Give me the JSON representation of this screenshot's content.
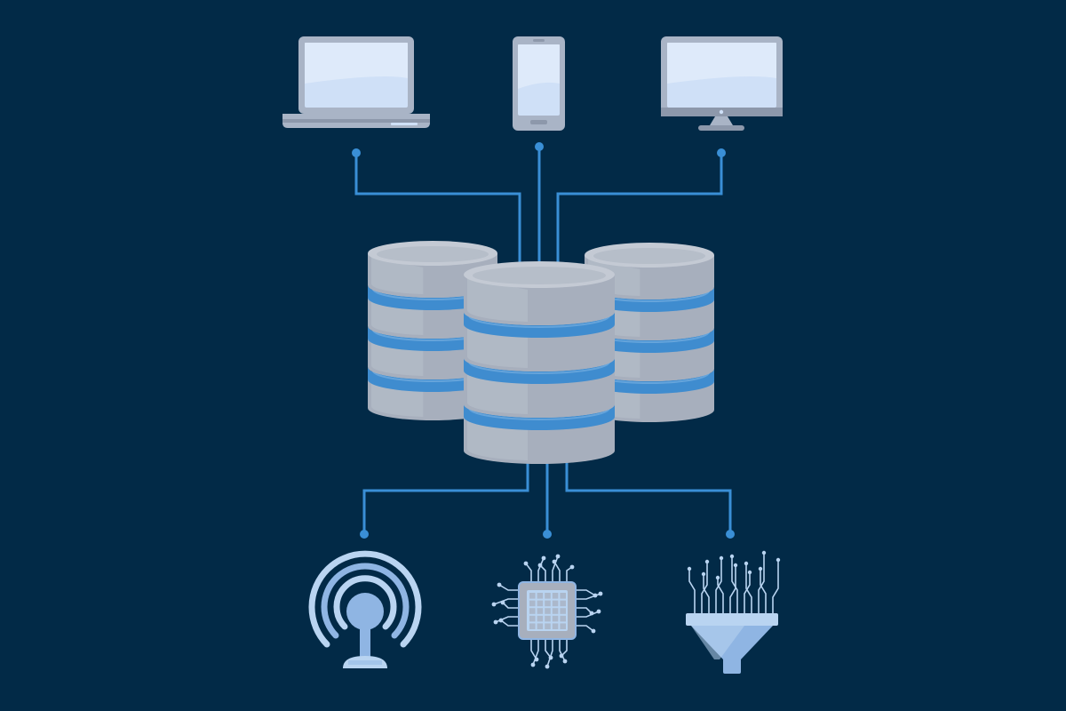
{
  "colors": {
    "background": "#022a47",
    "line": "#3a8fd6",
    "device_frame": "#a9b4c6",
    "device_frame_dark": "#8d98ab",
    "screen": "#cfe0f7",
    "screen_highlight": "#e4eefb",
    "db_body": "#a7afbd",
    "db_body_light": "#c4cad4",
    "db_band": "#3f8ccf",
    "db_band_light": "#7fb4e3",
    "icon_light": "#b9d4f1",
    "icon_mid": "#8fb5e3",
    "chip_body": "#a7afbd"
  },
  "diagram": {
    "top_devices": [
      {
        "name": "laptop",
        "icon": "laptop-icon"
      },
      {
        "name": "smartphone",
        "icon": "smartphone-icon"
      },
      {
        "name": "monitor",
        "icon": "monitor-icon"
      }
    ],
    "center": {
      "icon": "database-servers-icon",
      "stacks": 3
    },
    "bottom_devices": [
      {
        "name": "wireless-signal",
        "icon": "wireless-antenna-icon"
      },
      {
        "name": "processor",
        "icon": "cpu-chip-icon"
      },
      {
        "name": "data-filter",
        "icon": "filter-funnel-icon"
      }
    ]
  }
}
